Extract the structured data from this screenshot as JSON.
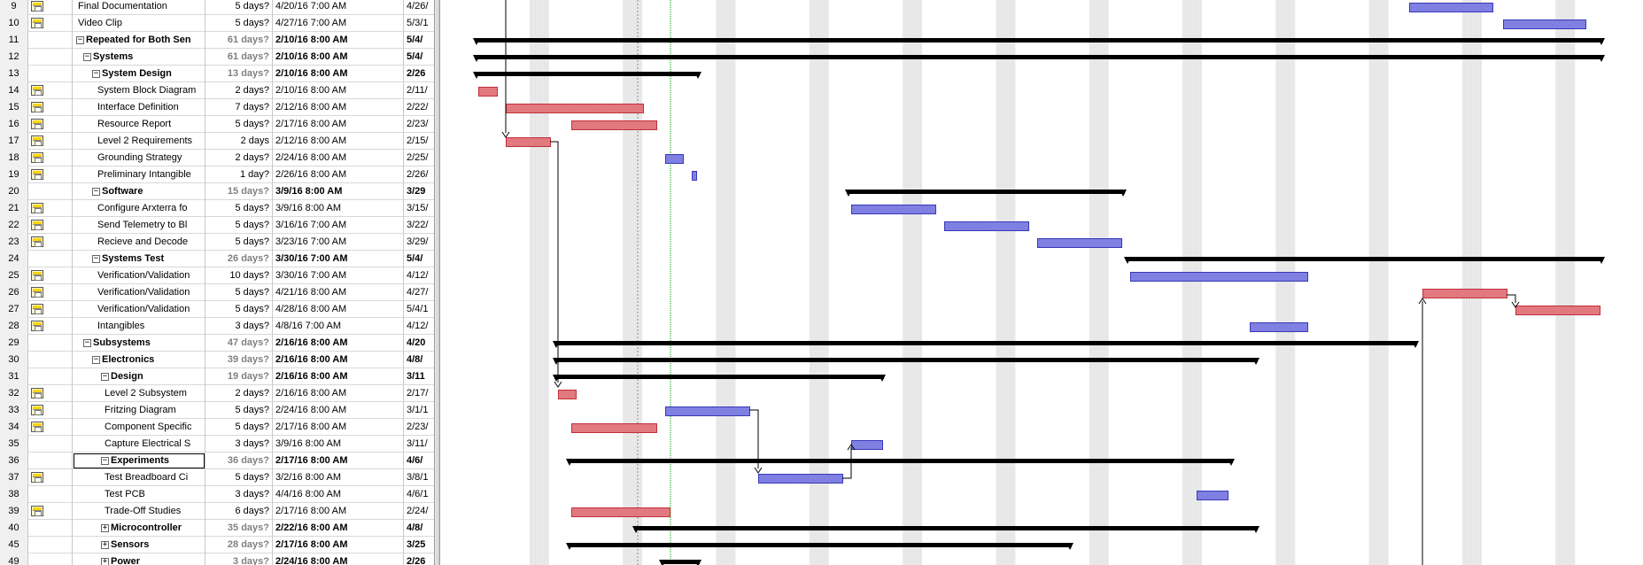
{
  "colors": {
    "critical_fill": "#e8868c",
    "critical_stroke": "#c0303a",
    "normal_fill": "#8c8ce8",
    "normal_stroke": "#3838b8",
    "summary": "#000000",
    "status_date": "#00a000",
    "grid_band": "#ececec"
  },
  "tasks": [
    {
      "id": "9",
      "name": "Final Documentation",
      "duration": "5 days?",
      "start": "4/20/16 7:00 AM",
      "finish": "4/26/",
      "indent": 2,
      "summary": false,
      "icon": true,
      "bar": {
        "type": "normal",
        "start": 1591,
        "end": 1685
      }
    },
    {
      "id": "10",
      "name": "Video Clip",
      "duration": "5 days?",
      "start": "4/27/16 7:00 AM",
      "finish": "5/3/1",
      "indent": 2,
      "summary": false,
      "icon": true,
      "bar": {
        "type": "normal",
        "start": 1697,
        "end": 1790
      }
    },
    {
      "id": "11",
      "name": "Repeated for Both Sen",
      "duration": "61 days?",
      "start": "2/10/16 8:00 AM",
      "finish": "5/4/",
      "indent": 0,
      "summary": true,
      "icon": false,
      "bar": {
        "type": "summary",
        "start": 536,
        "end": 1810
      }
    },
    {
      "id": "12",
      "name": "Systems",
      "duration": "61 days?",
      "start": "2/10/16 8:00 AM",
      "finish": "5/4/",
      "indent": 1,
      "summary": true,
      "icon": false,
      "bar": {
        "type": "summary",
        "start": 536,
        "end": 1810
      }
    },
    {
      "id": "13",
      "name": "System Design",
      "duration": "13 days?",
      "start": "2/10/16 8:00 AM",
      "finish": "2/26",
      "indent": 2,
      "summary": true,
      "icon": false,
      "bar": {
        "type": "summary",
        "start": 536,
        "end": 790
      }
    },
    {
      "id": "14",
      "name": "System Block Diagram",
      "duration": "2 days?",
      "start": "2/10/16 8:00 AM",
      "finish": "2/11/",
      "indent": 3,
      "summary": false,
      "icon": true,
      "bar": {
        "type": "critical",
        "start": 540,
        "end": 561
      }
    },
    {
      "id": "15",
      "name": "Interface Definition",
      "duration": "7 days?",
      "start": "2/12/16 8:00 AM",
      "finish": "2/22/",
      "indent": 3,
      "summary": false,
      "icon": true,
      "bar": {
        "type": "critical",
        "start": 571,
        "end": 726
      }
    },
    {
      "id": "16",
      "name": "Resource Report",
      "duration": "5 days?",
      "start": "2/17/16 8:00 AM",
      "finish": "2/23/",
      "indent": 3,
      "summary": false,
      "icon": true,
      "bar": {
        "type": "critical",
        "start": 645,
        "end": 741
      }
    },
    {
      "id": "17",
      "name": "Level 2 Requirements",
      "duration": "2 days",
      "start": "2/12/16 8:00 AM",
      "finish": "2/15/",
      "indent": 3,
      "summary": false,
      "icon": true,
      "bar": {
        "type": "critical",
        "start": 571,
        "end": 621
      }
    },
    {
      "id": "18",
      "name": "Grounding Strategy",
      "duration": "2 days?",
      "start": "2/24/16 8:00 AM",
      "finish": "2/25/",
      "indent": 3,
      "summary": false,
      "icon": true,
      "bar": {
        "type": "normal",
        "start": 751,
        "end": 771
      }
    },
    {
      "id": "19",
      "name": "Preliminary Intangible",
      "duration": "1 day?",
      "start": "2/26/16 8:00 AM",
      "finish": "2/26/",
      "indent": 3,
      "summary": false,
      "icon": true,
      "bar": {
        "type": "normal",
        "start": 781,
        "end": 786
      }
    },
    {
      "id": "20",
      "name": "Software",
      "duration": "15 days?",
      "start": "3/9/16 8:00 AM",
      "finish": "3/29",
      "indent": 2,
      "summary": true,
      "icon": false,
      "bar": {
        "type": "summary",
        "start": 956,
        "end": 1270
      }
    },
    {
      "id": "21",
      "name": "Configure Arxterra fo",
      "duration": "5 days?",
      "start": "3/9/16 8:00 AM",
      "finish": "3/15/",
      "indent": 3,
      "summary": false,
      "icon": true,
      "bar": {
        "type": "normal",
        "start": 961,
        "end": 1056
      }
    },
    {
      "id": "22",
      "name": "Send Telemetry to Bl",
      "duration": "5 days?",
      "start": "3/16/16 7:00 AM",
      "finish": "3/22/",
      "indent": 3,
      "summary": false,
      "icon": true,
      "bar": {
        "type": "normal",
        "start": 1066,
        "end": 1161
      }
    },
    {
      "id": "23",
      "name": "Recieve and Decode",
      "duration": "5 days?",
      "start": "3/23/16 7:00 AM",
      "finish": "3/29/",
      "indent": 3,
      "summary": false,
      "icon": true,
      "bar": {
        "type": "normal",
        "start": 1171,
        "end": 1266
      }
    },
    {
      "id": "24",
      "name": "Systems Test",
      "duration": "26 days?",
      "start": "3/30/16 7:00 AM",
      "finish": "5/4/",
      "indent": 2,
      "summary": true,
      "icon": false,
      "bar": {
        "type": "summary",
        "start": 1271,
        "end": 1810
      }
    },
    {
      "id": "25",
      "name": "Verification/Validation",
      "duration": "10 days?",
      "start": "3/30/16 7:00 AM",
      "finish": "4/12/",
      "indent": 3,
      "summary": false,
      "icon": true,
      "bar": {
        "type": "normal",
        "start": 1276,
        "end": 1476
      }
    },
    {
      "id": "26",
      "name": "Verification/Validation",
      "duration": "5 days?",
      "start": "4/21/16 8:00 AM",
      "finish": "4/27/",
      "indent": 3,
      "summary": false,
      "icon": true,
      "bar": {
        "type": "critical",
        "start": 1606,
        "end": 1701
      }
    },
    {
      "id": "27",
      "name": "Verification/Validation",
      "duration": "5 days?",
      "start": "4/28/16 8:00 AM",
      "finish": "5/4/1",
      "indent": 3,
      "summary": false,
      "icon": true,
      "bar": {
        "type": "critical",
        "start": 1711,
        "end": 1806
      }
    },
    {
      "id": "28",
      "name": "Intangibles",
      "duration": "3 days?",
      "start": "4/8/16 7:00 AM",
      "finish": "4/12/",
      "indent": 3,
      "summary": false,
      "icon": true,
      "bar": {
        "type": "normal",
        "start": 1411,
        "end": 1476
      }
    },
    {
      "id": "29",
      "name": "Subsystems",
      "duration": "47 days?",
      "start": "2/16/16 8:00 AM",
      "finish": "4/20",
      "indent": 1,
      "summary": true,
      "icon": false,
      "bar": {
        "type": "summary",
        "start": 626,
        "end": 1600
      }
    },
    {
      "id": "30",
      "name": "Electronics",
      "duration": "39 days?",
      "start": "2/16/16 8:00 AM",
      "finish": "4/8/",
      "indent": 2,
      "summary": true,
      "icon": false,
      "bar": {
        "type": "summary",
        "start": 626,
        "end": 1420
      }
    },
    {
      "id": "31",
      "name": "Design",
      "duration": "19 days?",
      "start": "2/16/16 8:00 AM",
      "finish": "3/11",
      "indent": 3,
      "summary": true,
      "icon": false,
      "bar": {
        "type": "summary",
        "start": 626,
        "end": 998
      }
    },
    {
      "id": "32",
      "name": "Level 2 Subsystem",
      "duration": "2 days?",
      "start": "2/16/16 8:00 AM",
      "finish": "2/17/",
      "indent": 4,
      "summary": false,
      "icon": true,
      "bar": {
        "type": "critical",
        "start": 630,
        "end": 650
      }
    },
    {
      "id": "33",
      "name": "Fritzing Diagram",
      "duration": "5 days?",
      "start": "2/24/16 8:00 AM",
      "finish": "3/1/1",
      "indent": 4,
      "summary": false,
      "icon": true,
      "bar": {
        "type": "normal",
        "start": 751,
        "end": 846
      }
    },
    {
      "id": "34",
      "name": "Component Specific",
      "duration": "5 days?",
      "start": "2/17/16 8:00 AM",
      "finish": "2/23/",
      "indent": 4,
      "summary": false,
      "icon": true,
      "bar": {
        "type": "critical",
        "start": 645,
        "end": 741
      }
    },
    {
      "id": "35",
      "name": "Capture Electrical S",
      "duration": "3 days?",
      "start": "3/9/16 8:00 AM",
      "finish": "3/11/",
      "indent": 4,
      "summary": false,
      "icon": false,
      "bar": {
        "type": "normal",
        "start": 961,
        "end": 996
      }
    },
    {
      "id": "36",
      "name": "Experiments",
      "duration": "36 days?",
      "start": "2/17/16 8:00 AM",
      "finish": "4/6/",
      "indent": 3,
      "summary": true,
      "icon": false,
      "selected": true,
      "bar": {
        "type": "summary",
        "start": 641,
        "end": 1392
      }
    },
    {
      "id": "37",
      "name": "Test Breadboard Ci",
      "duration": "5 days?",
      "start": "3/2/16 8:00 AM",
      "finish": "3/8/1",
      "indent": 4,
      "summary": false,
      "icon": true,
      "bar": {
        "type": "normal",
        "start": 856,
        "end": 951
      }
    },
    {
      "id": "38",
      "name": "Test PCB",
      "duration": "3 days?",
      "start": "4/4/16 8:00 AM",
      "finish": "4/6/1",
      "indent": 4,
      "summary": false,
      "icon": false,
      "bar": {
        "type": "normal",
        "start": 1351,
        "end": 1386
      }
    },
    {
      "id": "39",
      "name": "Trade-Off Studies",
      "duration": "6 days?",
      "start": "2/17/16 8:00 AM",
      "finish": "2/24/",
      "indent": 4,
      "summary": false,
      "icon": true,
      "bar": {
        "type": "critical",
        "start": 645,
        "end": 756
      }
    },
    {
      "id": "40",
      "name": "Microcontroller",
      "duration": "35 days?",
      "start": "2/22/16 8:00 AM",
      "finish": "4/8/",
      "indent": 3,
      "summary": true,
      "collapsed": true,
      "icon": false,
      "bar": {
        "type": "summary",
        "start": 716,
        "end": 1420
      }
    },
    {
      "id": "45",
      "name": "Sensors",
      "duration": "28 days?",
      "start": "2/17/16 8:00 AM",
      "finish": "3/25",
      "indent": 3,
      "summary": true,
      "collapsed": true,
      "icon": false,
      "bar": {
        "type": "summary",
        "start": 641,
        "end": 1210
      }
    },
    {
      "id": "49",
      "name": "Power",
      "duration": "3 days?",
      "start": "2/24/16 8:00 AM",
      "finish": "2/26",
      "indent": 3,
      "summary": true,
      "collapsed": true,
      "icon": false,
      "bar": {
        "type": "summary",
        "start": 746,
        "end": 790
      }
    }
  ]
}
